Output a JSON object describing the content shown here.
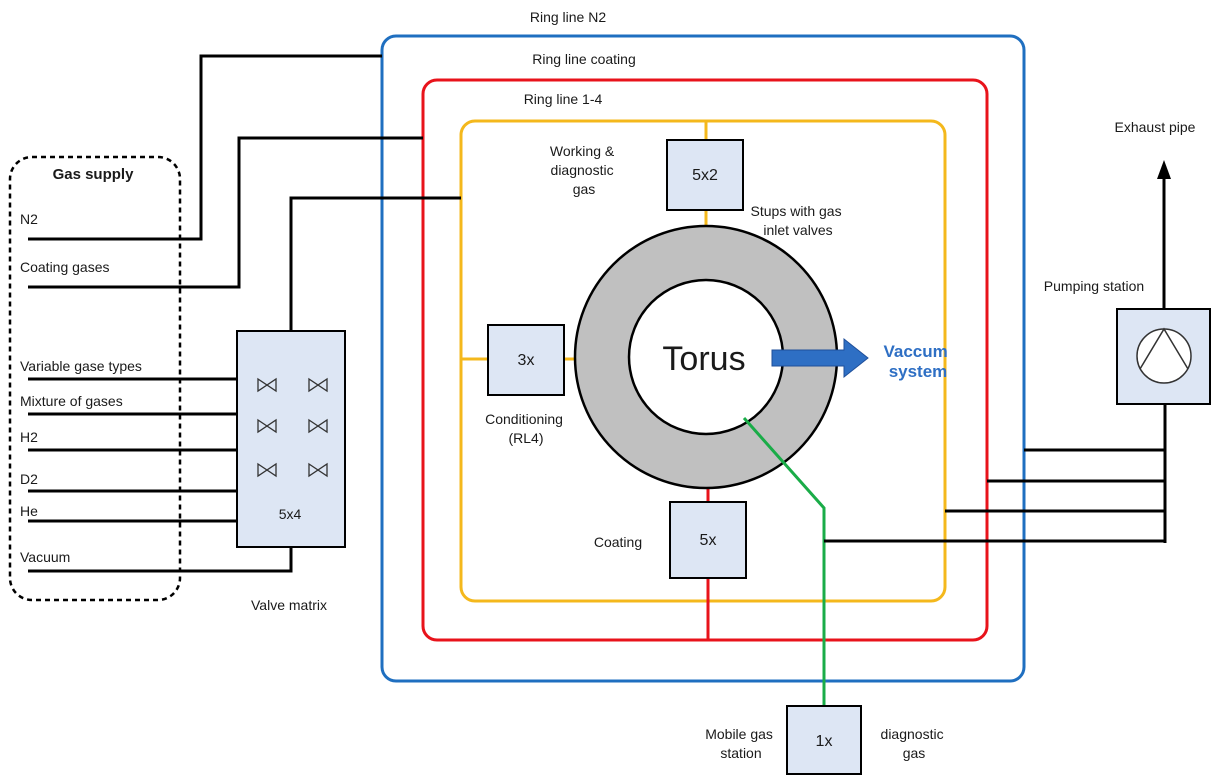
{
  "rings": {
    "n2": {
      "label": "Ring line  N2",
      "color": "#1f6fc0"
    },
    "coating": {
      "label": "Ring line coating",
      "color": "#e8131b"
    },
    "rl14": {
      "label": "Ring line 1-4",
      "color": "#f4b81c"
    }
  },
  "gas_supply": {
    "title": "Gas supply",
    "lines": [
      "N2",
      "Coating gases",
      "Variable gase types",
      "Mixture of gases",
      "H2",
      "D2",
      "He",
      "Vacuum"
    ]
  },
  "valve_matrix": {
    "box_label": "5x4",
    "caption": "Valve matrix"
  },
  "boxes": {
    "working": {
      "label": "5x2",
      "caption": [
        "Working &",
        "diagnostic",
        "gas"
      ]
    },
    "stubs_caption": [
      "Stups with gas",
      "inlet valves"
    ],
    "conditioning": {
      "label": "3x",
      "caption": [
        "Conditioning",
        "(RL4)"
      ]
    },
    "coating": {
      "label": "5x",
      "caption": "Coating"
    },
    "mobile": {
      "label": "1x",
      "caption_left": [
        "Mobile gas",
        "station"
      ],
      "caption_right": [
        "diagnostic",
        "gas"
      ]
    }
  },
  "torus": {
    "label": "Torus"
  },
  "vacuum_system": {
    "label": [
      "Vaccum",
      "system"
    ],
    "color": "#2e6fc4"
  },
  "pumping_station": {
    "label": "Pumping station"
  },
  "exhaust": {
    "label": "Exhaust pipe"
  },
  "colors": {
    "mobile_line": "#1aac48",
    "torus_ring": "#c0c0c0",
    "box_fill": "#dde6f4"
  }
}
